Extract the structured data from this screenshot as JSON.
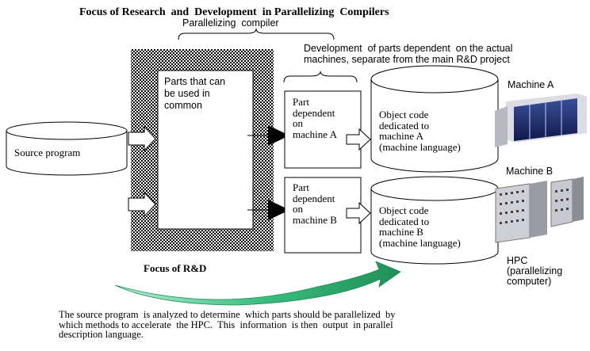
{
  "title": "Focus of Research  and  Development  in Parallelizing  Compilers",
  "compiler_label": "Parallelizing  compiler",
  "dev_note": "Development  of parts dependent  on the actual\nmachines, separate from the main R&D project",
  "common_parts": "Parts that can\nbe used in\ncommon",
  "source_program": "Source program",
  "part_a": "Part\ndependent\non\nmachine A",
  "part_b": "Part\ndependent\non\nmachine B",
  "object_a": "Object code\ndedicated to\nmachine A\n(machine language)",
  "object_b": "Object code\ndedicated to\nmachine B\n(machine language)",
  "machine_a": "Machine A",
  "machine_b": "Machine B",
  "hpc": "HPC\n(parallelizing\ncomputer)",
  "focus": "Focus of R&D",
  "caption": "The source program  is analyzed to determine  which parts should be parallelized  by\nwhich methods to accelerate  the HPC.  This  information  is then  output  in parallel\ndescription language.",
  "colors": {
    "arrow_green": "#2aa66a",
    "arrow_light": "#8fe0c0",
    "hatch": "#000000"
  },
  "icons": [
    "supercomputer-icon",
    "cluster-computer-icon"
  ]
}
